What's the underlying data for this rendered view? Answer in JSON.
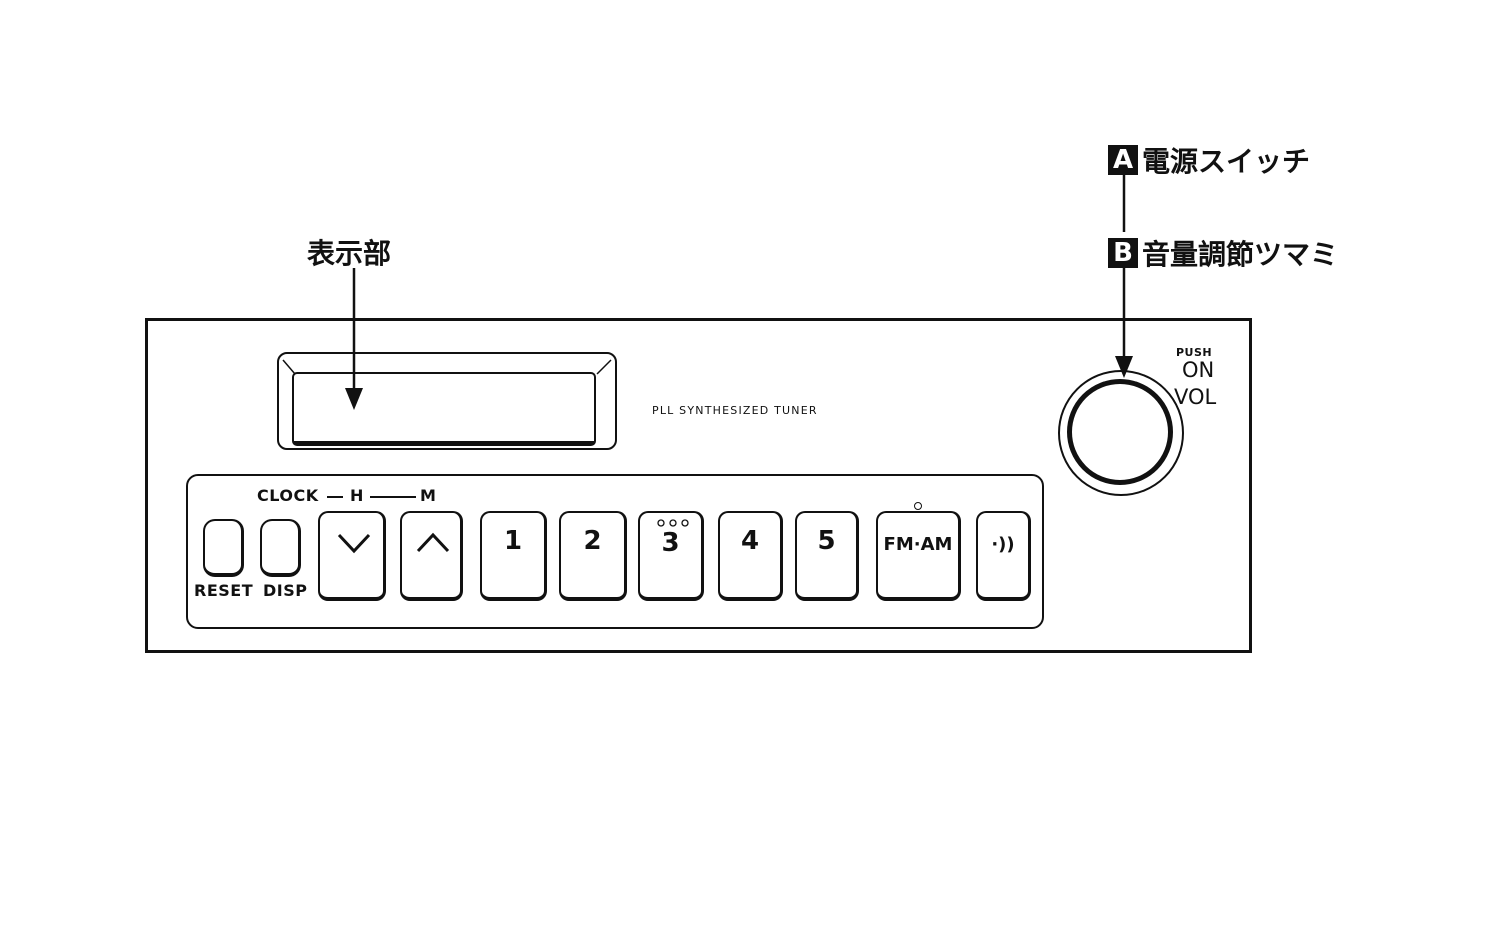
{
  "callouts": {
    "display": "表示部",
    "a_badge": "A",
    "a_label": "電源スイッチ",
    "b_badge": "B",
    "b_label": "音量調節ツマミ"
  },
  "panel": {
    "tuner_text": "PLL SYNTHESIZED TUNER",
    "knob": {
      "push": "PUSH",
      "on": "ON",
      "vol": "VOL"
    },
    "clock_label": "CLOCK",
    "h_label": "H",
    "m_label": "M",
    "reset_label": "RESET",
    "disp_label": "DISP",
    "presets": [
      "1",
      "2",
      "3",
      "4",
      "5"
    ],
    "band_label": "FM·AM",
    "scan_icon_text": "·))"
  }
}
